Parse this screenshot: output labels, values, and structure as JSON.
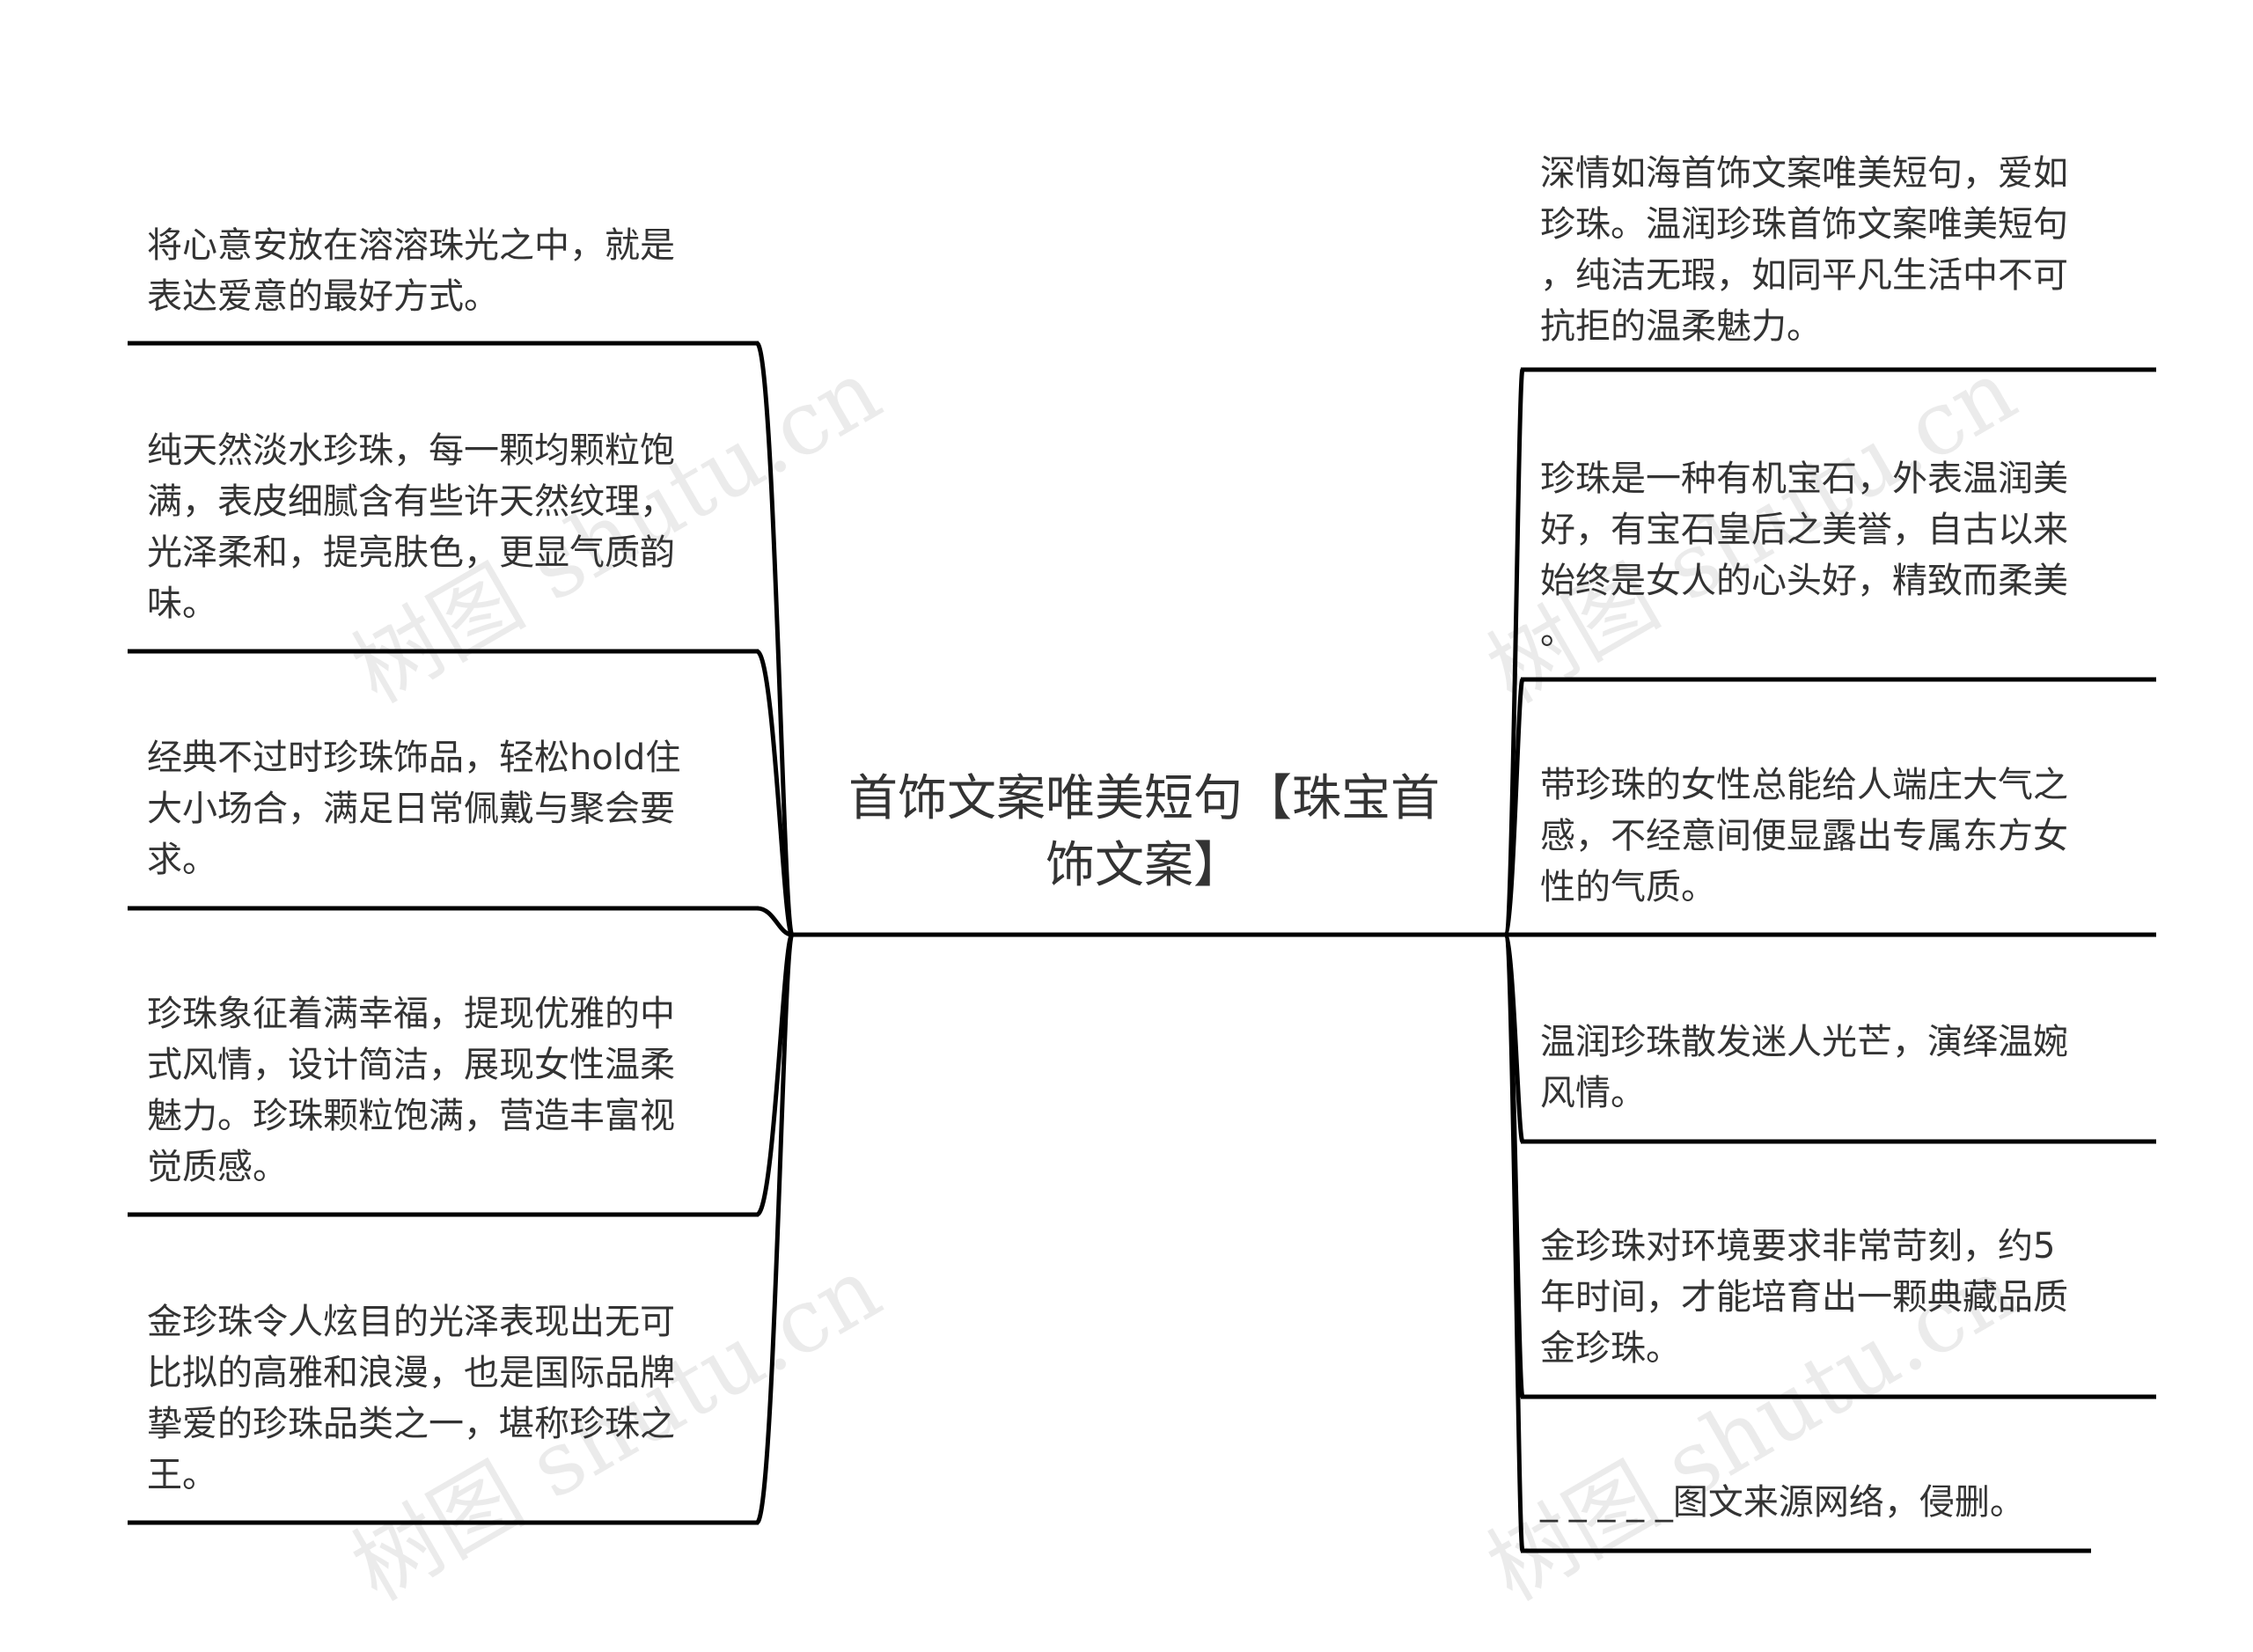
{
  "root": {
    "title": "首饰文案唯美短句【珠宝首饰文案】"
  },
  "left_nodes": [
    {
      "text": "将心意安放在溶溶珠光之中，就是\n表达爱意的最好方式。"
    },
    {
      "text": "纯天然淡水珍珠，每一颗均颗粒饱\n满，表皮细腻含有些许天然纹理，\n光泽柔和，提亮肤色，更显气质韵\n味。"
    },
    {
      "text": "经典不过时珍珠饰品，轻松hold住\n大小场合，满足日常佩戴与聚会要\n求。"
    },
    {
      "text": "珍珠象征着满幸福，提现优雅的中\n式风情，设计简洁，展现女性温柔\n魅力。珍珠颗粒饱满，营造丰富视\n觉质感。"
    },
    {
      "text": "金珍珠令人炫目的光泽表现出无可\n比拟的高雅和浪漫，也是国际品牌\n挚爱的珍珠品类之一，堪称珍珠之\n王。"
    }
  ],
  "right_nodes": [
    {
      "text": "深情如海首饰文案唯美短句，爱如\n珍珠。温润珍珠首饰文案唯美短句\n，纯洁无瑕，如同平凡生活中不可\n抗拒的温柔魅力。"
    },
    {
      "text": "珍珠是一种有机宝石，外表温润美\n好，有宝石皇后之美誉，自古以来\n始终是女人的心头好，精致而柔美\n。"
    },
    {
      "text": "带珍珠的女性总能给人端庄大气之\n感，不经意间便显露出专属东方女\n性的气质。"
    },
    {
      "text": "温润珍珠散发迷人光芒，演绎温婉\n风情。"
    },
    {
      "text": "金珍珠对环境要求非常苛刻，约5\n年时间，才能培育出一颗典藏品质\n金珍珠。"
    },
    {
      "text": "_ _ _ _ _图文来源网络，侵删。"
    }
  ],
  "watermarks": [
    "树图 shutu.cn",
    "树图 shutu.cn",
    "树图 shutu.cn",
    "树图 shutu.cn"
  ],
  "colors": {
    "line": "#000000",
    "text": "#333333"
  }
}
